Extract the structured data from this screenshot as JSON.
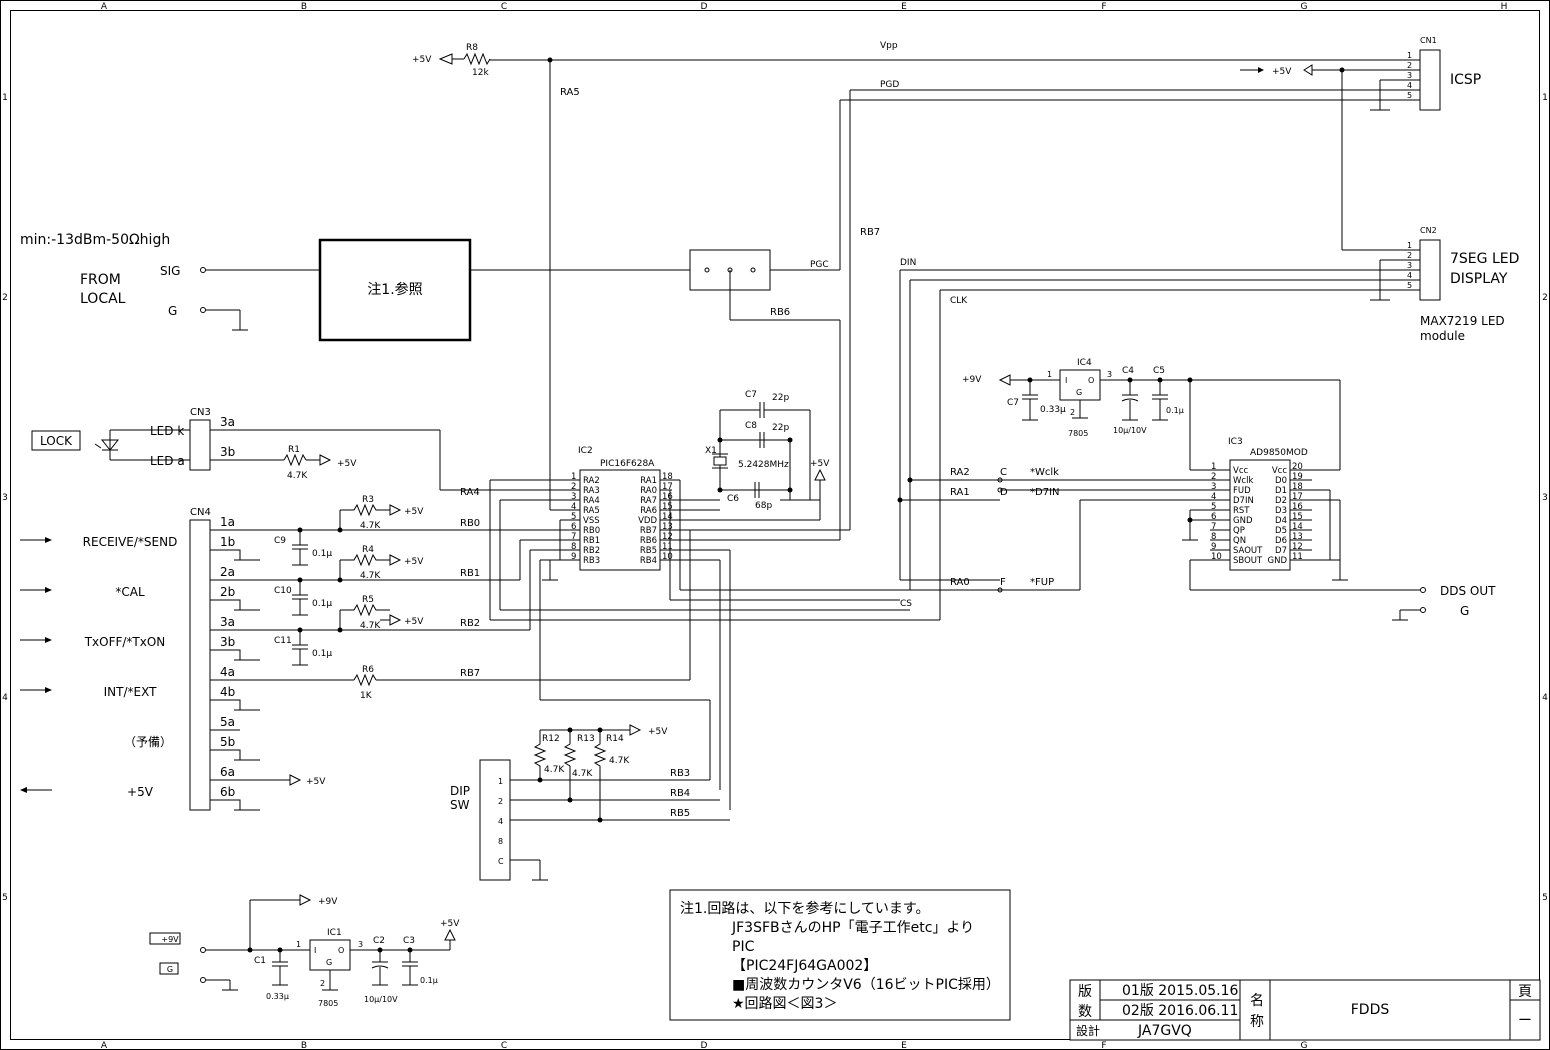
{
  "border": {
    "columns": [
      "A",
      "B",
      "C",
      "D",
      "E",
      "F",
      "G",
      "H"
    ],
    "rows": [
      "1",
      "2",
      "3",
      "4",
      "5"
    ]
  },
  "signal_in": {
    "spec": "min:-13dBm-50Ωhigh",
    "from_line1": "FROM",
    "from_line2": "LOCAL",
    "sig": "SIG",
    "g": "G",
    "block": "注1.参照"
  },
  "nets": {
    "vpp": "Vpp",
    "pgd": "PGD",
    "pgc": "PGC",
    "ra5": "RA5",
    "rb7": "RB7",
    "rb6": "RB6",
    "din": "DIN",
    "clk": "CLK",
    "cs": "CS",
    "ra4": "RA4",
    "rb0": "RB0",
    "rb1": "RB1",
    "rb2": "RB2",
    "rb7b": "RB7",
    "rb3": "RB3",
    "rb4": "RB4",
    "rb5": "RB5",
    "ra2": "RA2",
    "ra1": "RA1",
    "ra0": "RA0",
    "c": "C",
    "d": "D",
    "f": "F",
    "wclk": "*Wclk",
    "d7in": "*D7IN",
    "fup": "*FUP"
  },
  "power": {
    "p5": "+5V",
    "p9": "+9V",
    "g": "G"
  },
  "r8": {
    "name": "R8",
    "value": "12k"
  },
  "cn1": {
    "name": "CN1",
    "label": "ICSP",
    "pins": [
      "1",
      "2",
      "3",
      "4",
      "5"
    ]
  },
  "cn2": {
    "name": "CN2",
    "label1": "7SEG LED",
    "label2": "DISPLAY",
    "note1": "MAX7219 LED",
    "note2": "module",
    "pins": [
      "1",
      "2",
      "3",
      "4",
      "5"
    ]
  },
  "cn3": {
    "name": "CN3",
    "lock": "LOCK",
    "ledk": "LED k",
    "leda": "LED a",
    "p3a": "3a",
    "p3b": "3b"
  },
  "r1": {
    "name": "R1",
    "value": "4.7K"
  },
  "cn4": {
    "name": "CN4",
    "pins": [
      "1a",
      "1b",
      "2a",
      "2b",
      "3a",
      "3b",
      "4a",
      "4b",
      "5a",
      "5b",
      "6a",
      "6b"
    ],
    "sig1": "RECEIVE/*SEND",
    "sig2": "*CAL",
    "sig3": "TxOFF/*TxON",
    "sig4": "INT/*EXT",
    "sig5": "（予備）",
    "sig6": "+5V"
  },
  "resistors": {
    "r3": "R3",
    "r4": "R4",
    "r5": "R5",
    "r6": "R6",
    "v47k": "4.7K",
    "v1k": "1K",
    "r12": "R12",
    "r13": "R13",
    "r14": "R14"
  },
  "caps": {
    "c9": "C9",
    "c10": "C10",
    "c11": "C11",
    "v01u": "0.1μ",
    "c7": "C7",
    "c8": "C8",
    "c6": "C6",
    "v22p": "22p",
    "v68p": "68p",
    "c4": "C4",
    "c5": "C5",
    "c7b": "C7",
    "v033u": "0.33μ",
    "v10u": "10μ/10V",
    "c1": "C1",
    "c2": "C2",
    "c3": "C3"
  },
  "x1": {
    "name": "X1",
    "freq": "5.2428MHz"
  },
  "ic2": {
    "name": "IC2",
    "part": "PIC16F628A",
    "left": [
      [
        "1",
        "RA2"
      ],
      [
        "2",
        "RA3"
      ],
      [
        "3",
        "RA4"
      ],
      [
        "4",
        "RA5"
      ],
      [
        "5",
        "VSS"
      ],
      [
        "6",
        "RB0"
      ],
      [
        "7",
        "RB1"
      ],
      [
        "8",
        "RB2"
      ],
      [
        "9",
        "RB3"
      ]
    ],
    "right": [
      [
        "18",
        "RA1"
      ],
      [
        "17",
        "RA0"
      ],
      [
        "16",
        "RA7"
      ],
      [
        "15",
        "RA6"
      ],
      [
        "14",
        "VDD"
      ],
      [
        "13",
        "RB7"
      ],
      [
        "12",
        "RB6"
      ],
      [
        "11",
        "RB5"
      ],
      [
        "10",
        "RB4"
      ]
    ]
  },
  "ic3": {
    "name": "IC3",
    "part": "AD9850MOD",
    "left": [
      [
        "1",
        "Vcc"
      ],
      [
        "2",
        "Wclk"
      ],
      [
        "3",
        "FUD"
      ],
      [
        "4",
        "D7IN"
      ],
      [
        "5",
        "RST"
      ],
      [
        "6",
        "GND"
      ],
      [
        "7",
        "QP"
      ],
      [
        "8",
        "QN"
      ],
      [
        "9",
        "SAOUT"
      ],
      [
        "10",
        "SBOUT"
      ]
    ],
    "right": [
      [
        "20",
        "Vcc"
      ],
      [
        "19",
        "D0"
      ],
      [
        "18",
        "D1"
      ],
      [
        "17",
        "D2"
      ],
      [
        "16",
        "D3"
      ],
      [
        "15",
        "D4"
      ],
      [
        "14",
        "D5"
      ],
      [
        "13",
        "D6"
      ],
      [
        "12",
        "D7"
      ],
      [
        "11",
        "GND"
      ]
    ]
  },
  "ic4": {
    "name": "IC4",
    "part": "7805",
    "i": "I",
    "o": "O",
    "g": "G",
    "p1": "1",
    "p2": "2",
    "p3": "3"
  },
  "ic1": {
    "name": "IC1",
    "part": "7805",
    "i": "I",
    "o": "O",
    "g": "G",
    "p1": "1",
    "p2": "2",
    "p3": "3"
  },
  "dds": {
    "out": "DDS OUT",
    "g": "G"
  },
  "dip": {
    "label1": "DIP",
    "label2": "SW",
    "pins": [
      "1",
      "2",
      "4",
      "8",
      "C"
    ]
  },
  "note": {
    "lines": [
      "注1.回路は、以下を参考にしています。",
      "JF3SFBさんのHP「電子工作etc」より",
      "PIC",
      "【PIC24FJ64GA002】",
      "■周波数カウンタV6（16ビットPIC採用）",
      "★回路図＜図3＞"
    ]
  },
  "titleblock": {
    "han": "版",
    "kazu": "数",
    "sekkei": "設計",
    "rev1": "01版 2015.05.16",
    "rev2": "02版 2016.06.11",
    "designer": "JA7GVQ",
    "mei": "名",
    "sho": "称",
    "name": "FDDS",
    "page": "頁",
    "page_no": "ー"
  }
}
